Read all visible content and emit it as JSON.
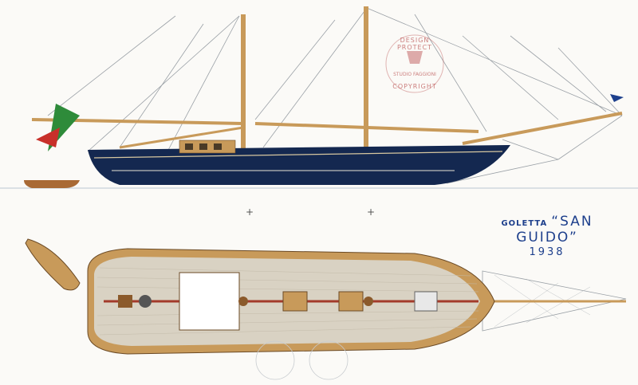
{
  "title": {
    "prefix": "GOLETTA",
    "name": "SAN GUIDO",
    "year": "1938"
  },
  "stamp": {
    "top": "DESIGN PROTECT",
    "middle": "STUDIO FAGGIONI",
    "bottom": "COPYRIGHT"
  },
  "colors": {
    "hull": "#142850",
    "wood": "#c89a5a",
    "deck": "#d9d2c3",
    "stamp": "#b84a4a",
    "title": "#1d3f8c",
    "flag_green": "#2e8b3a",
    "flag_red": "#c8302a"
  }
}
